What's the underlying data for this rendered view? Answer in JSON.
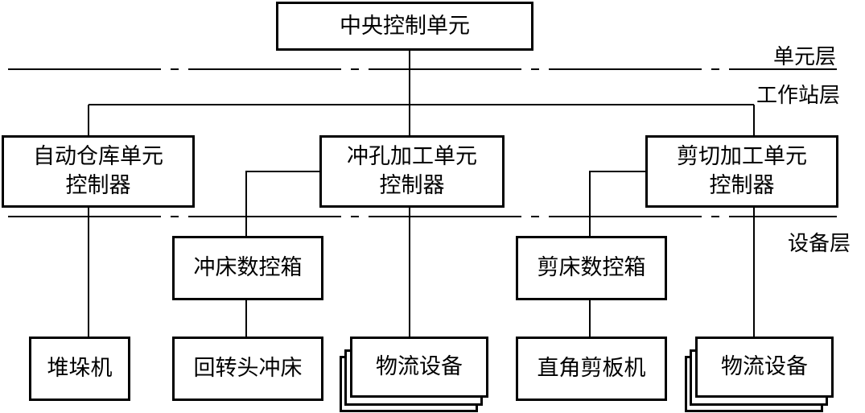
{
  "layers": {
    "unit": "单元层",
    "workstation": "工作站层",
    "equipment": "设备层"
  },
  "boxes": {
    "central": "中央控制单元",
    "warehouse_ctrl": "自动仓库单元\n控制器",
    "punch_ctrl": "冲孔加工单元\n控制器",
    "shear_ctrl": "剪切加工单元\n控制器",
    "punch_nc": "冲床数控箱",
    "shear_nc": "剪床数控箱",
    "stacker": "堆垛机",
    "turret_punch": "回转头冲床",
    "logistics_1": "物流设备",
    "right_angle_shear": "直角剪板机",
    "logistics_2": "物流设备"
  }
}
